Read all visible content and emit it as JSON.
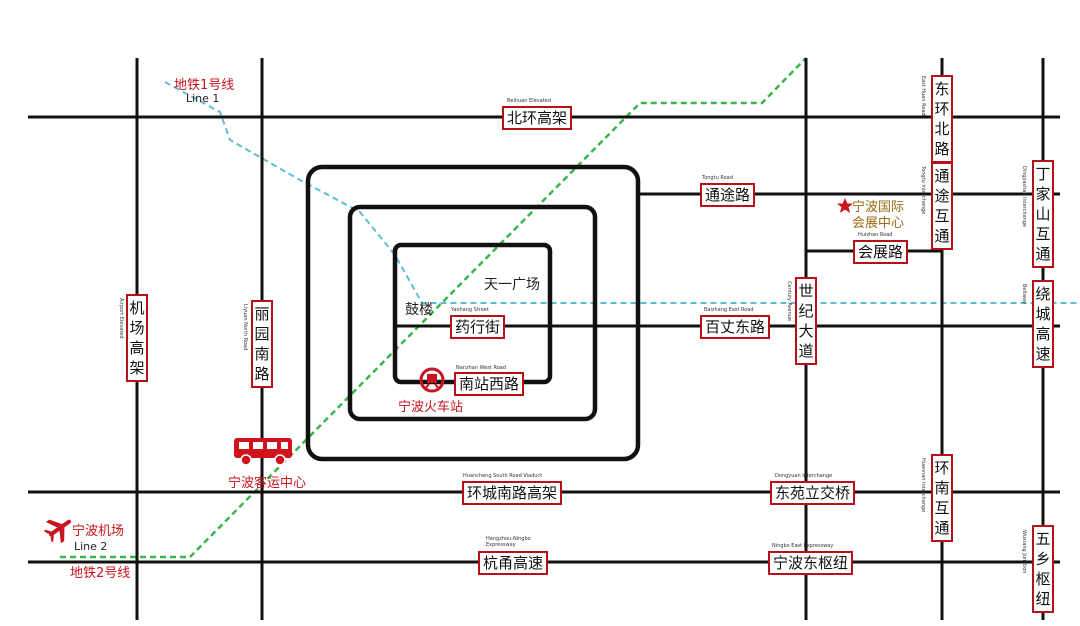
{
  "map": {
    "roads_h": {
      "beihuan": {
        "cn": "北环高架",
        "en": "Beihuan Elevated"
      },
      "tongtu": {
        "cn": "通途路",
        "en": "Tongtu Road"
      },
      "huizhan": {
        "cn": "会展路",
        "en": "Huizhan Road"
      },
      "yaohang": {
        "cn": "药行街",
        "en": "Yaohang Street"
      },
      "baizhang": {
        "cn": "百丈东路",
        "en": "Baizhang East Road"
      },
      "nanzhan": {
        "cn": "南站西路",
        "en": "Nanzhan West Road"
      },
      "huancheng_s": {
        "cn": "环城南路高架",
        "en": "Huancheng South Road Viaduct"
      },
      "dongyuan": {
        "cn": "东苑立交桥",
        "en": "Dongyuan Interchange"
      },
      "hangyong": {
        "cn": "杭甬高速",
        "en": "Hangzhou-Ningbo Expressway"
      },
      "ningbo_east": {
        "cn": "宁波东枢纽",
        "en": "Ningbo East Expressway"
      }
    },
    "roads_v": {
      "airport": {
        "cn": "机场高架",
        "en": "Airport Elevated"
      },
      "liyuan": {
        "cn": "丽园南路",
        "en": "Liyuan North Road"
      },
      "century": {
        "cn": "世纪大道",
        "en": "Century Avenue"
      },
      "donghuan": {
        "cn": "东环北路",
        "en": "East Huan Road"
      },
      "tongtu_ic": {
        "cn": "通途互通",
        "en": "Tongtu Interchange"
      },
      "huannan_ic": {
        "cn": "环南互通",
        "en": "Huannan Interchange"
      },
      "dingjiashan": {
        "cn": "丁家山互通",
        "en": "Dingjiashan Interchange"
      },
      "raocheng": {
        "cn": "绕城高速",
        "en": "Beltway"
      },
      "wuxiang": {
        "cn": "五乡枢纽",
        "en": "Wuxiang Junction"
      }
    },
    "places": {
      "tianyi": "天一广场",
      "gulou": "鼓楼",
      "station": "宁波火车站",
      "bus": "宁波客运中心",
      "airport": "宁波机场",
      "expo": "宁波国际会展中心"
    },
    "metro": {
      "line1_cn": "地铁1号线",
      "line1_en": "Line 1",
      "line2_cn": "地铁2号线",
      "line2_en": "Line 2",
      "line1_color": "#5bbfd0",
      "line2_color": "#39b54a"
    },
    "colors": {
      "road": "#111111",
      "label_border": "#b8101a",
      "accent_red": "#c8141e"
    },
    "icons": [
      "train-station-icon",
      "bus-icon",
      "airplane-icon",
      "star-icon"
    ]
  }
}
